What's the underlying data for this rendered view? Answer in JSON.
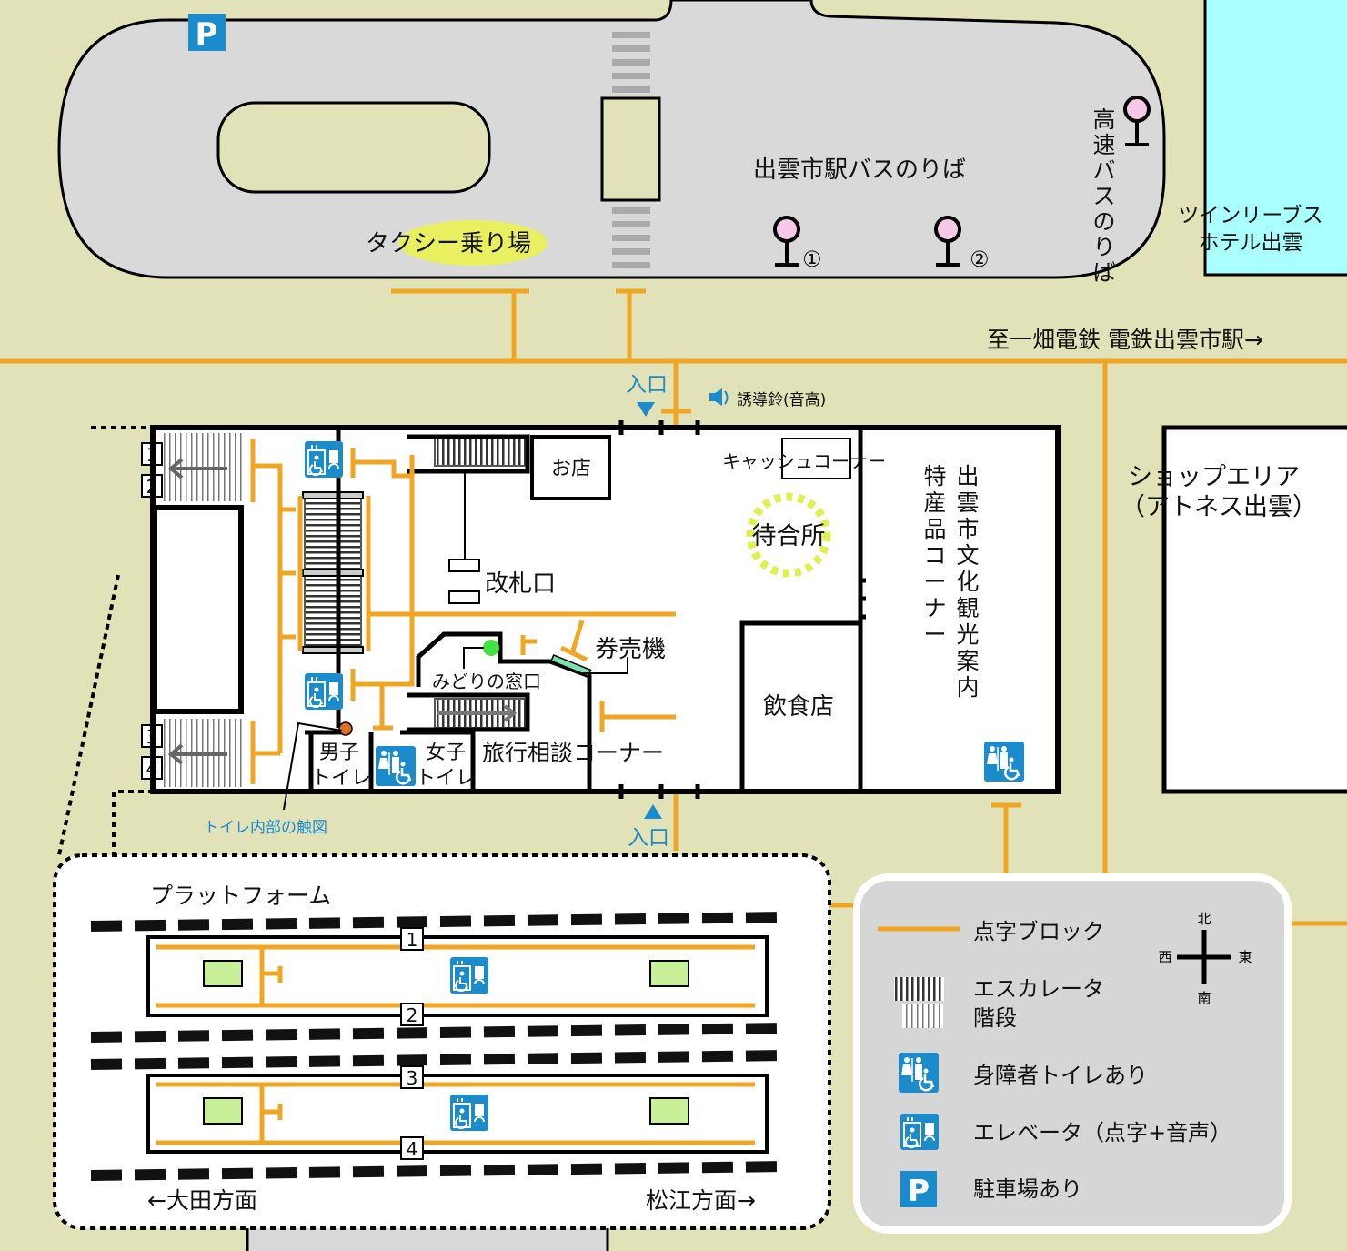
{
  "colors": {
    "background": "#e2e2b8",
    "road": "#d9d9d9",
    "braille": "#f0a622",
    "accent": "#1b8bcb",
    "hotel": "#aaffff",
    "taxi": "#e8f060"
  },
  "top": {
    "parking": "P",
    "bus_terminal": "出雲市駅バスのりば",
    "taxi": "タクシー乗り場",
    "stop1": "①",
    "stop2": "②",
    "highway_bus": [
      "高",
      "速",
      "バ",
      "ス",
      "の",
      "り",
      "ば"
    ],
    "hotel_line1": "ツインリーブス",
    "hotel_line2": "ホテル出雲",
    "railway": "至一畑電鉄  電鉄出雲市駅→"
  },
  "entrances": {
    "north": "入口",
    "south": "入口",
    "bell": "誘導鈴(音高)"
  },
  "station": {
    "shop": "お店",
    "gate": "改札口",
    "ticket_machine": "券売機",
    "midori": "みどりの窓口",
    "travel": "旅行相談コーナー",
    "men_toilet": [
      "男子",
      "トイレ"
    ],
    "women_toilet": [
      "女子",
      "トイレ"
    ],
    "tactile_map": "トイレ内部の触図",
    "cash": "キャッシュコーナー",
    "waiting": "待合所",
    "restaurant": "飲食店",
    "tourist_info": [
      "出",
      "雲",
      "市",
      "文",
      "化",
      "観",
      "光",
      "案",
      "内"
    ],
    "souvenir": [
      "特",
      "産",
      "品",
      "コ",
      "ー",
      "ナ",
      "ー"
    ],
    "tracks": [
      "1",
      "2",
      "3",
      "4"
    ]
  },
  "shop_area": {
    "line1": "ショップエリア",
    "line2": "（アトネス出雲）"
  },
  "platform": {
    "title": "プラットフォーム",
    "west": "←大田方面",
    "east": "松江方面→",
    "tracks": [
      "1",
      "2",
      "3",
      "4"
    ]
  },
  "legend": {
    "items": [
      {
        "icon": "braille-block-line",
        "label": "点字ブロック"
      },
      {
        "icon": "escalator-stairs",
        "label": "エスカレータ",
        "label2": "階段"
      },
      {
        "icon": "accessible-toilet-icon",
        "label": "身障者トイレあり"
      },
      {
        "icon": "elevator-icon",
        "label": "エレベータ（点字+音声）"
      },
      {
        "icon": "parking-icon",
        "label": "駐車場あり"
      }
    ],
    "compass": {
      "n": "北",
      "s": "南",
      "e": "東",
      "w": "西"
    }
  }
}
